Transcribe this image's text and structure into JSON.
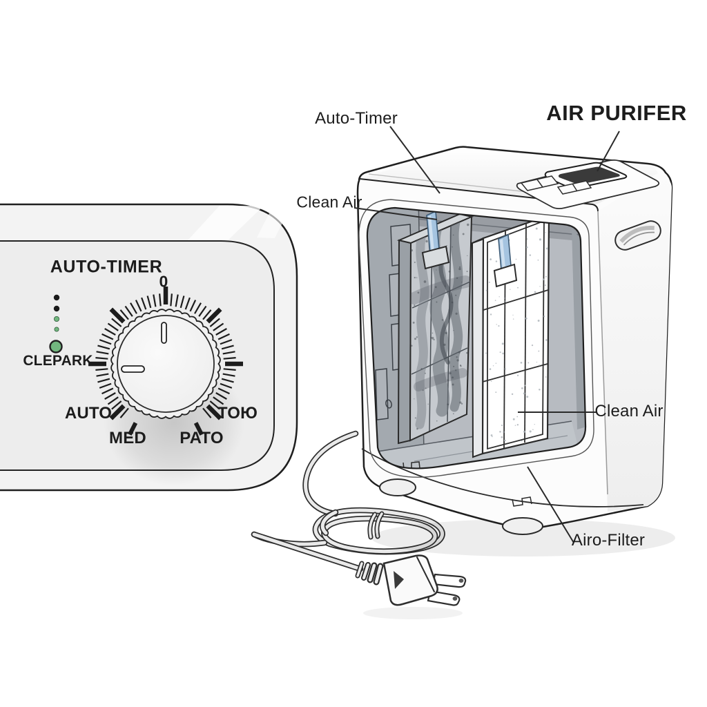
{
  "title": "AIR PURIFER",
  "callouts": {
    "auto_timer": "Auto-Timer",
    "clean_air_left": "Clean Air",
    "clean_air_right": "Clean Air",
    "airo_filter": "Airo-Filter"
  },
  "control_panel": {
    "title": "AUTO-TIMER",
    "dial_top_mark": "0",
    "indicator_label": "CLEPARK",
    "dial_labels": {
      "left": "AUTO",
      "bottom_left": "MED",
      "bottom_right": "PATO",
      "right": "TOЮ"
    },
    "led_count": 5
  },
  "colors": {
    "line": "#1f1f1f",
    "led_green": "#72b77f",
    "tab_blue": "#a5c4e0",
    "panel_fill": "#f1f1f1",
    "cavity_gray": "#b7bbc1",
    "dirty_filter": "#c6cacf",
    "clean_filter": "#ffffff"
  }
}
